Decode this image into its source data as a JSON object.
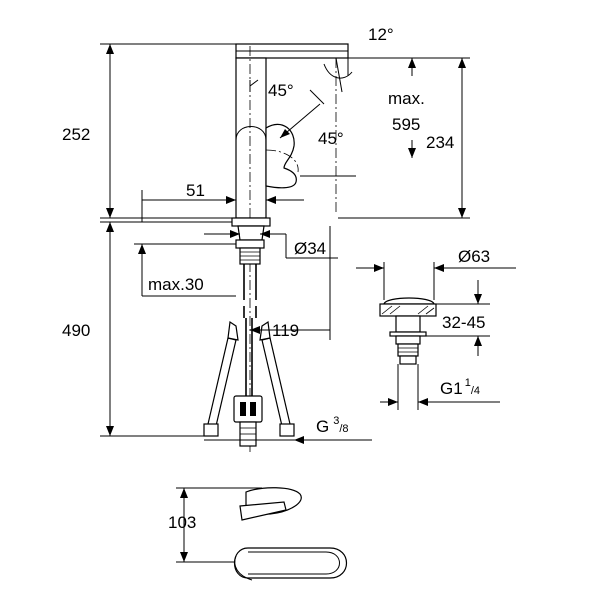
{
  "colors": {
    "line": "#000000",
    "background": "#ffffff"
  },
  "dimensions": {
    "angle_top": "12°",
    "angle_spout": "45°",
    "angle_lever": "45°",
    "max_label": "max.",
    "max_value": "595",
    "height_total_above": "252",
    "height_spout": "234",
    "offset_51": "51",
    "diameter_34": "Ø34",
    "max30": "max.30",
    "depth_490": "490",
    "reach_119": "119",
    "diameter_63": "Ø63",
    "range_32_45": "32-45",
    "thread_waste": "G1",
    "thread_waste_sup": "1",
    "thread_waste_sub": "/4",
    "thread_hose": "G",
    "thread_hose_sup": "3",
    "thread_hose_sub": "/8",
    "height_103": "103"
  }
}
